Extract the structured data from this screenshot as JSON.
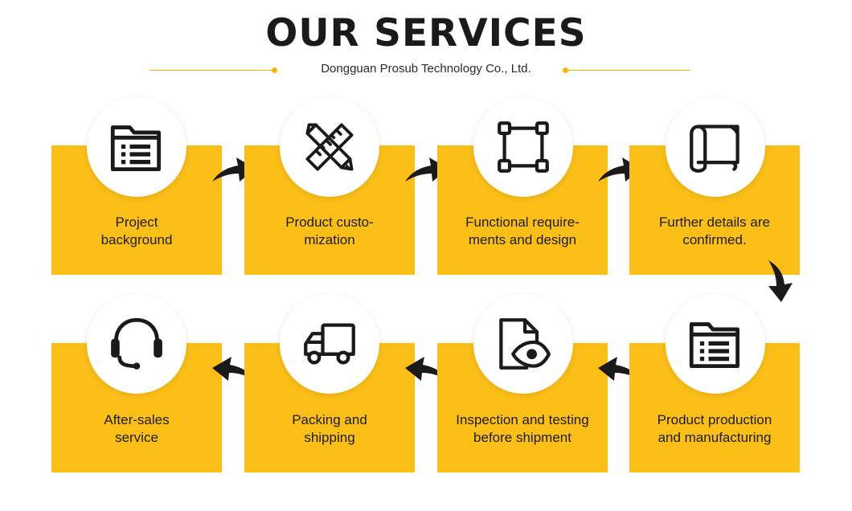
{
  "header": {
    "title": "OUR SERVICES",
    "subtitle": "Dongguan Prosub Technology Co., Ltd."
  },
  "colors": {
    "card": "#fbbf18",
    "accent": "#f5b400",
    "ink": "#1a1a1a"
  },
  "steps": [
    {
      "icon": "file-folder-list-icon",
      "line1": "Project",
      "line2": "background"
    },
    {
      "icon": "pencil-ruler-icon",
      "line1": "Product custo-",
      "line2": "mization"
    },
    {
      "icon": "bounding-box-icon",
      "line1": "Functional require-",
      "line2": "ments and design"
    },
    {
      "icon": "blueprint-scroll-icon",
      "line1": "Further details are",
      "line2": "confirmed."
    },
    {
      "icon": "file-folder-list-icon",
      "line1": "Product production",
      "line2": "and manufacturing"
    },
    {
      "icon": "document-eye-icon",
      "line1": "Inspection and testing",
      "line2": "before shipment"
    },
    {
      "icon": "delivery-truck-icon",
      "line1": "Packing and",
      "line2": "shipping"
    },
    {
      "icon": "headset-icon",
      "line1": "After-sales",
      "line2": "service"
    }
  ]
}
